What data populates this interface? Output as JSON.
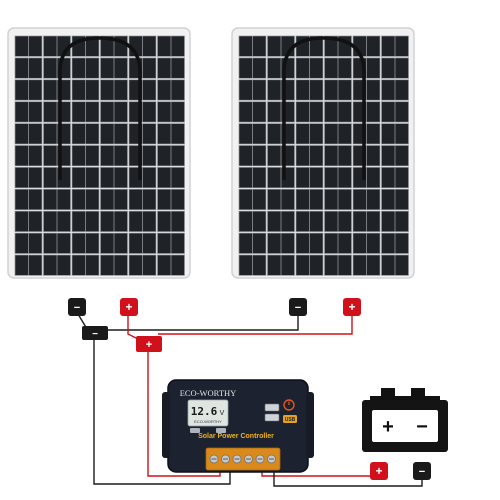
{
  "controller": {
    "brand": "ECO-WORTHY",
    "label": "Solar Power Controller",
    "display_value": "12.6",
    "display_unit": "V",
    "display_brand": "ECO-WORTHY",
    "usb_label": "USB"
  },
  "connector_signs": {
    "plus": "+",
    "minus": "−"
  },
  "battery": {
    "plus": "+",
    "minus": "−"
  },
  "colors": {
    "positive_wire": "#d0101a",
    "negative_wire": "#1c1c1c",
    "panel_cell": "#1f2226",
    "controller_body": "#1c2230",
    "terminal_block": "#d98a1a",
    "power_button": "#e2561e"
  }
}
